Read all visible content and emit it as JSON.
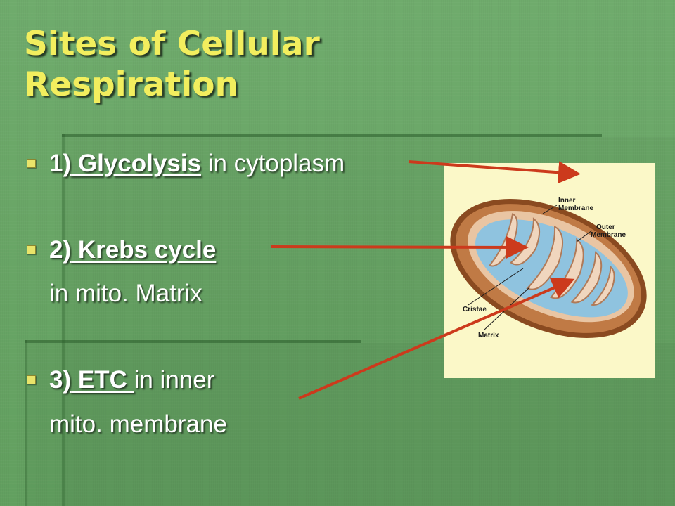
{
  "slide": {
    "title_line1": "Sites of Cellular",
    "title_line2": "Respiration"
  },
  "bullets": [
    {
      "num": "1",
      "paren": ")",
      "term": " Glycolysis",
      "rest": " in cytoplasm",
      "cont": ""
    },
    {
      "num": "2",
      "paren": ")",
      "term": " Krebs cycle",
      "rest": "",
      "cont": "in mito. Matrix"
    },
    {
      "num": "3",
      "paren": ")",
      "term": " ETC ",
      "rest": "in inner",
      "cont": "mito. membrane"
    }
  ],
  "figure": {
    "labels": {
      "inner_1": "Inner",
      "inner_2": "Membrane",
      "outer_1": "Outer",
      "outer_2": "Membrane",
      "cristae": "Cristae",
      "matrix": "Matrix"
    }
  },
  "colors": {
    "background": "#66a663",
    "title": "#f2ee5e",
    "bullet_marker": "#e9e46a",
    "arrow": "#cc3a1c",
    "figure_bg": "#fbf8c8"
  }
}
